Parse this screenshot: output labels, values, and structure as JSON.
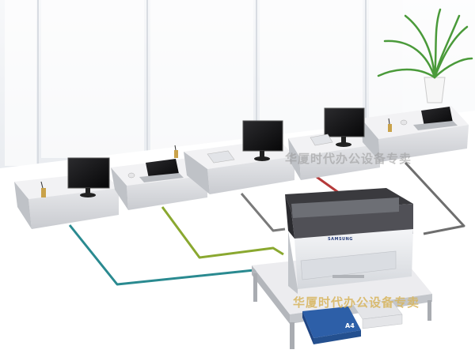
{
  "watermarks": {
    "top": "华厦时代办公设备专卖",
    "bottom": "华厦时代办公设备专卖"
  },
  "paper_label": "A4",
  "printer_brand": "SAMSUNG",
  "network_cable_colors": [
    "#2a8a90",
    "#8aa830",
    "#b53a3a",
    "#707070"
  ],
  "colors": {
    "wall": "#f3f5f8",
    "desk_top": "#f0f0f2",
    "desk_side": "#d6d8dc",
    "printer_body": "#e8eaee",
    "printer_top": "#3a3a3e",
    "paper_box": "#2d5fa8",
    "plant": "#4a9a3a"
  }
}
